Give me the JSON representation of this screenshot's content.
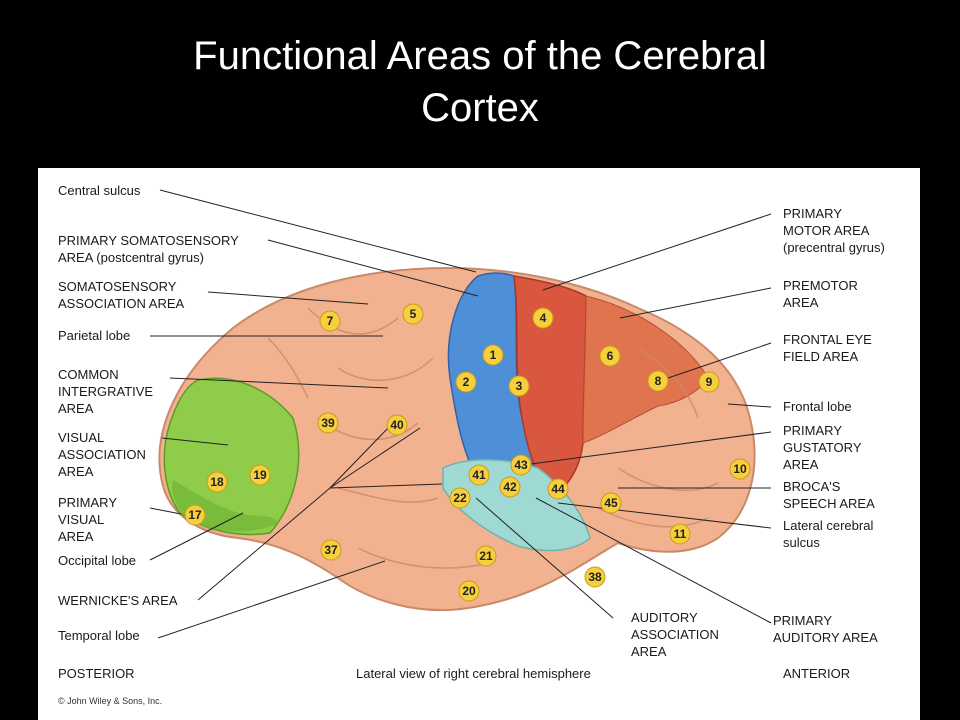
{
  "title": {
    "line1": "Functional Areas of the Cerebral",
    "line2": "Cortex"
  },
  "colors": {
    "background": "#000000",
    "cortex": "#f2b18f",
    "somatosensory": "#4f8fd8",
    "motor": "#d9573e",
    "visual": "#8fcc4a",
    "auditory": "#9fd9d4",
    "badge": "#f5cf3c"
  },
  "left_labels": [
    [
      "Central sulcus"
    ],
    [
      "PRIMARY SOMATOSENSORY",
      "AREA (postcentral gyrus)"
    ],
    [
      "SOMATOSENSORY",
      "ASSOCIATION AREA"
    ],
    [
      "Parietal lobe"
    ],
    [
      "COMMON",
      "INTERGRATIVE",
      "AREA"
    ],
    [
      "VISUAL",
      "ASSOCIATION",
      "AREA"
    ],
    [
      "PRIMARY",
      "VISUAL",
      "AREA"
    ],
    [
      "Occipital lobe"
    ],
    [
      "WERNICKE'S AREA"
    ],
    [
      "Temporal lobe"
    ]
  ],
  "right_labels": [
    [
      "PRIMARY",
      "MOTOR AREA",
      "(precentral gyrus)"
    ],
    [
      "PREMOTOR",
      "AREA"
    ],
    [
      "FRONTAL EYE",
      "FIELD AREA"
    ],
    [
      "Frontal lobe"
    ],
    [
      "PRIMARY",
      "GUSTATORY",
      "AREA"
    ],
    [
      "BROCA'S",
      "SPEECH AREA"
    ],
    [
      "Lateral cerebral",
      "sulcus"
    ],
    [
      "PRIMARY",
      "AUDITORY AREA"
    ]
  ],
  "bottom_labels": [
    [
      "AUDITORY",
      "ASSOCIATION",
      "AREA"
    ]
  ],
  "brodmann_areas": [
    "1",
    "2",
    "3",
    "4",
    "5",
    "6",
    "7",
    "8",
    "9",
    "10",
    "11",
    "17",
    "18",
    "19",
    "20",
    "21",
    "22",
    "37",
    "38",
    "39",
    "40",
    "41",
    "42",
    "43",
    "44",
    "45"
  ],
  "footer": {
    "posterior": "POSTERIOR",
    "caption": "Lateral view of right cerebral hemisphere",
    "anterior": "ANTERIOR",
    "copyright": "© John Wiley & Sons, Inc."
  }
}
